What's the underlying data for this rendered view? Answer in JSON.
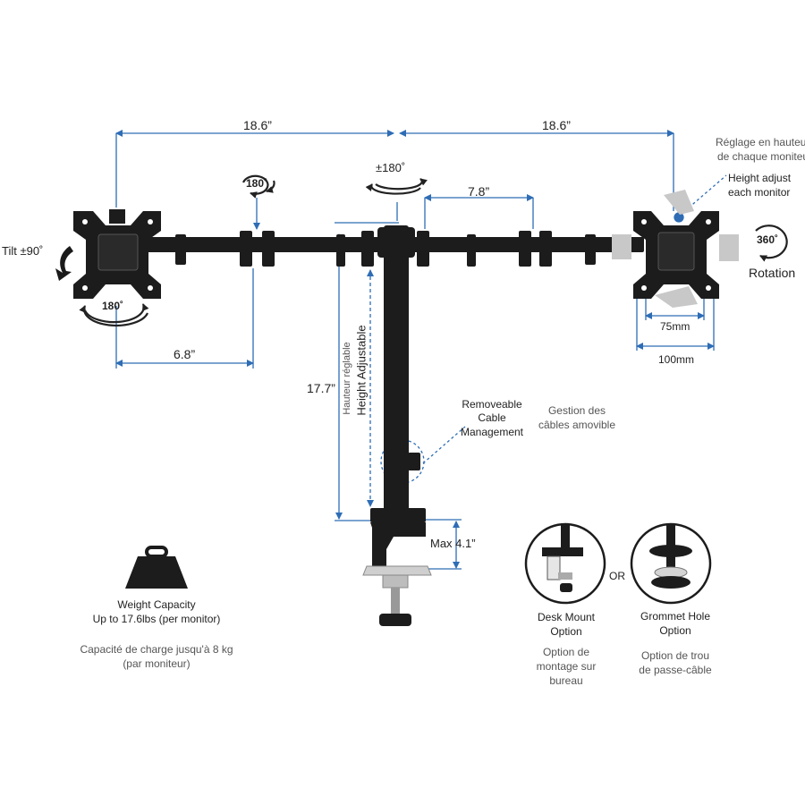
{
  "dimensions": {
    "left_arm_span": "18.6”",
    "right_arm_span": "18.6”",
    "arm_segment": "7.8”",
    "left_offset": "6.8”",
    "pole_height": "17.7”",
    "clamp_max": "Max 4.1”",
    "vesa_small": "75mm",
    "vesa_large": "100mm"
  },
  "rotations": {
    "swivel_top": "±180˚",
    "arm_pivot": "180˚",
    "plate_swivel": "180˚",
    "tilt": "Tilt ±90˚",
    "rotation_deg": "360˚",
    "rotation_label": "Rotation"
  },
  "height_adjust": {
    "en_vertical": "Height Adjustable",
    "fr_vertical": "Hauteur réglable",
    "fr_line1": "Réglage en hauteur",
    "fr_line2": "de chaque moniteur",
    "en_line1": "Height adjust",
    "en_line2": "each monitor"
  },
  "cable": {
    "en_line1": "Removeable",
    "en_line2": "Cable",
    "en_line3": "Management",
    "fr_line1": "Gestion des",
    "fr_line2": "câbles amovible"
  },
  "weight": {
    "en_line1": "Weight Capacity",
    "en_line2": "Up to 17.6lbs (per monitor)",
    "fr_line1": "Capacité de charge jusqu'à 8 kg",
    "fr_line2": "(par moniteur)"
  },
  "mount_options": {
    "or_label": "OR",
    "desk_en_line1": "Desk Mount",
    "desk_en_line2": "Option",
    "desk_fr_line1": "Option de",
    "desk_fr_line2": "montage sur",
    "desk_fr_line3": "bureau",
    "grommet_en_line1": "Grommet Hole",
    "grommet_en_line2": "Option",
    "grommet_fr_line1": "Option de trou",
    "grommet_fr_line2": "de passe-câble"
  },
  "colors": {
    "dimension_line": "#2e6db5",
    "product_black": "#1c1c1c",
    "plate_ghost": "#c8c8c8"
  }
}
